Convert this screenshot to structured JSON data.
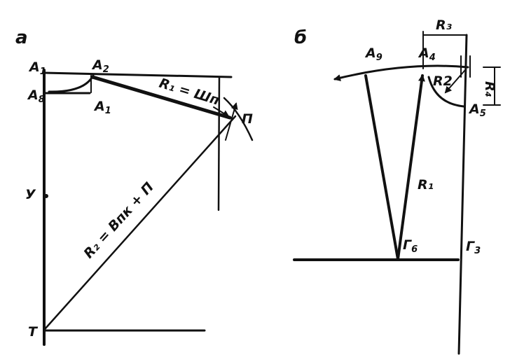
{
  "panel_a": {
    "panel_label": "а",
    "points": {
      "a1_main": "A",
      "a1_sub": "1",
      "a2_main": "A",
      "a2_sub": "2",
      "a8_main": "A",
      "a8_sub": "8",
      "a1b_main": "A",
      "a1b_sub": "1",
      "p": "П",
      "u": "У",
      "t": "Т"
    },
    "r1_label": "R₁ = Шп",
    "r2_label": "R₂ = Впк + П"
  },
  "panel_b": {
    "panel_label": "б",
    "points": {
      "a9_main": "A",
      "a9_sub": "9",
      "a4_main": "A",
      "a4_sub": "4",
      "a5_main": "A",
      "a5_sub": "5",
      "g6_main": "Г",
      "g6_sub": "6",
      "g3_main": "Г",
      "g3_sub": "3"
    },
    "r1_label": "R₁",
    "r2_label": "R2",
    "r3_label": "R₃",
    "r4_label": "R₄"
  },
  "colors": {
    "ink": "#111111",
    "paper": "#ffffff"
  }
}
